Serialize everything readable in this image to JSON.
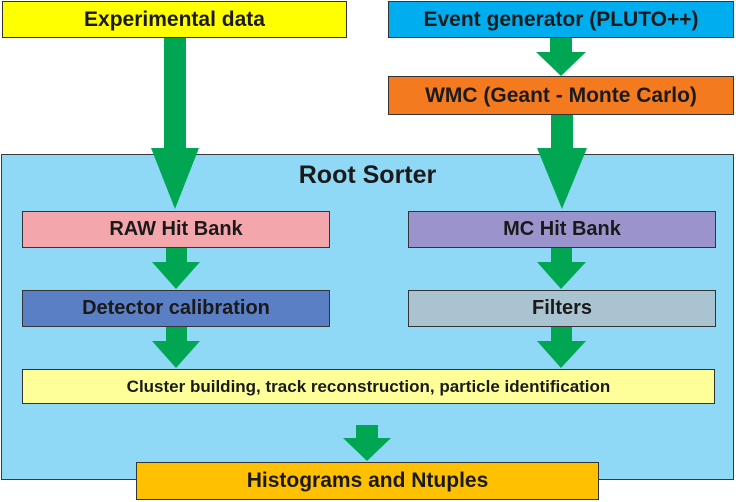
{
  "colors": {
    "experimental": "#ffff00",
    "event_generator": "#00aeef",
    "wmc": "#f47a20",
    "sorter": "#8fd9f7",
    "raw_hit_bank": "#f4a6ad",
    "mc_hit_bank": "#9b94cc",
    "detector_calibration": "#5b7fc4",
    "filters": "#a9c3d1",
    "cluster": "#ffff99",
    "histograms": "#ffc000",
    "arrow": "#00a651"
  },
  "boxes": {
    "experimental": "Experimental data",
    "event_generator": "Event generator (PLUTO++)",
    "wmc": "WMC (Geant - Monte Carlo)",
    "sorter_title": "Root Sorter",
    "raw_hit_bank": "RAW Hit Bank",
    "mc_hit_bank": "MC Hit Bank",
    "detector_calibration": "Detector calibration",
    "filters": "Filters",
    "cluster": "Cluster building, track reconstruction, particle identification",
    "histograms": "Histograms and Ntuples"
  }
}
